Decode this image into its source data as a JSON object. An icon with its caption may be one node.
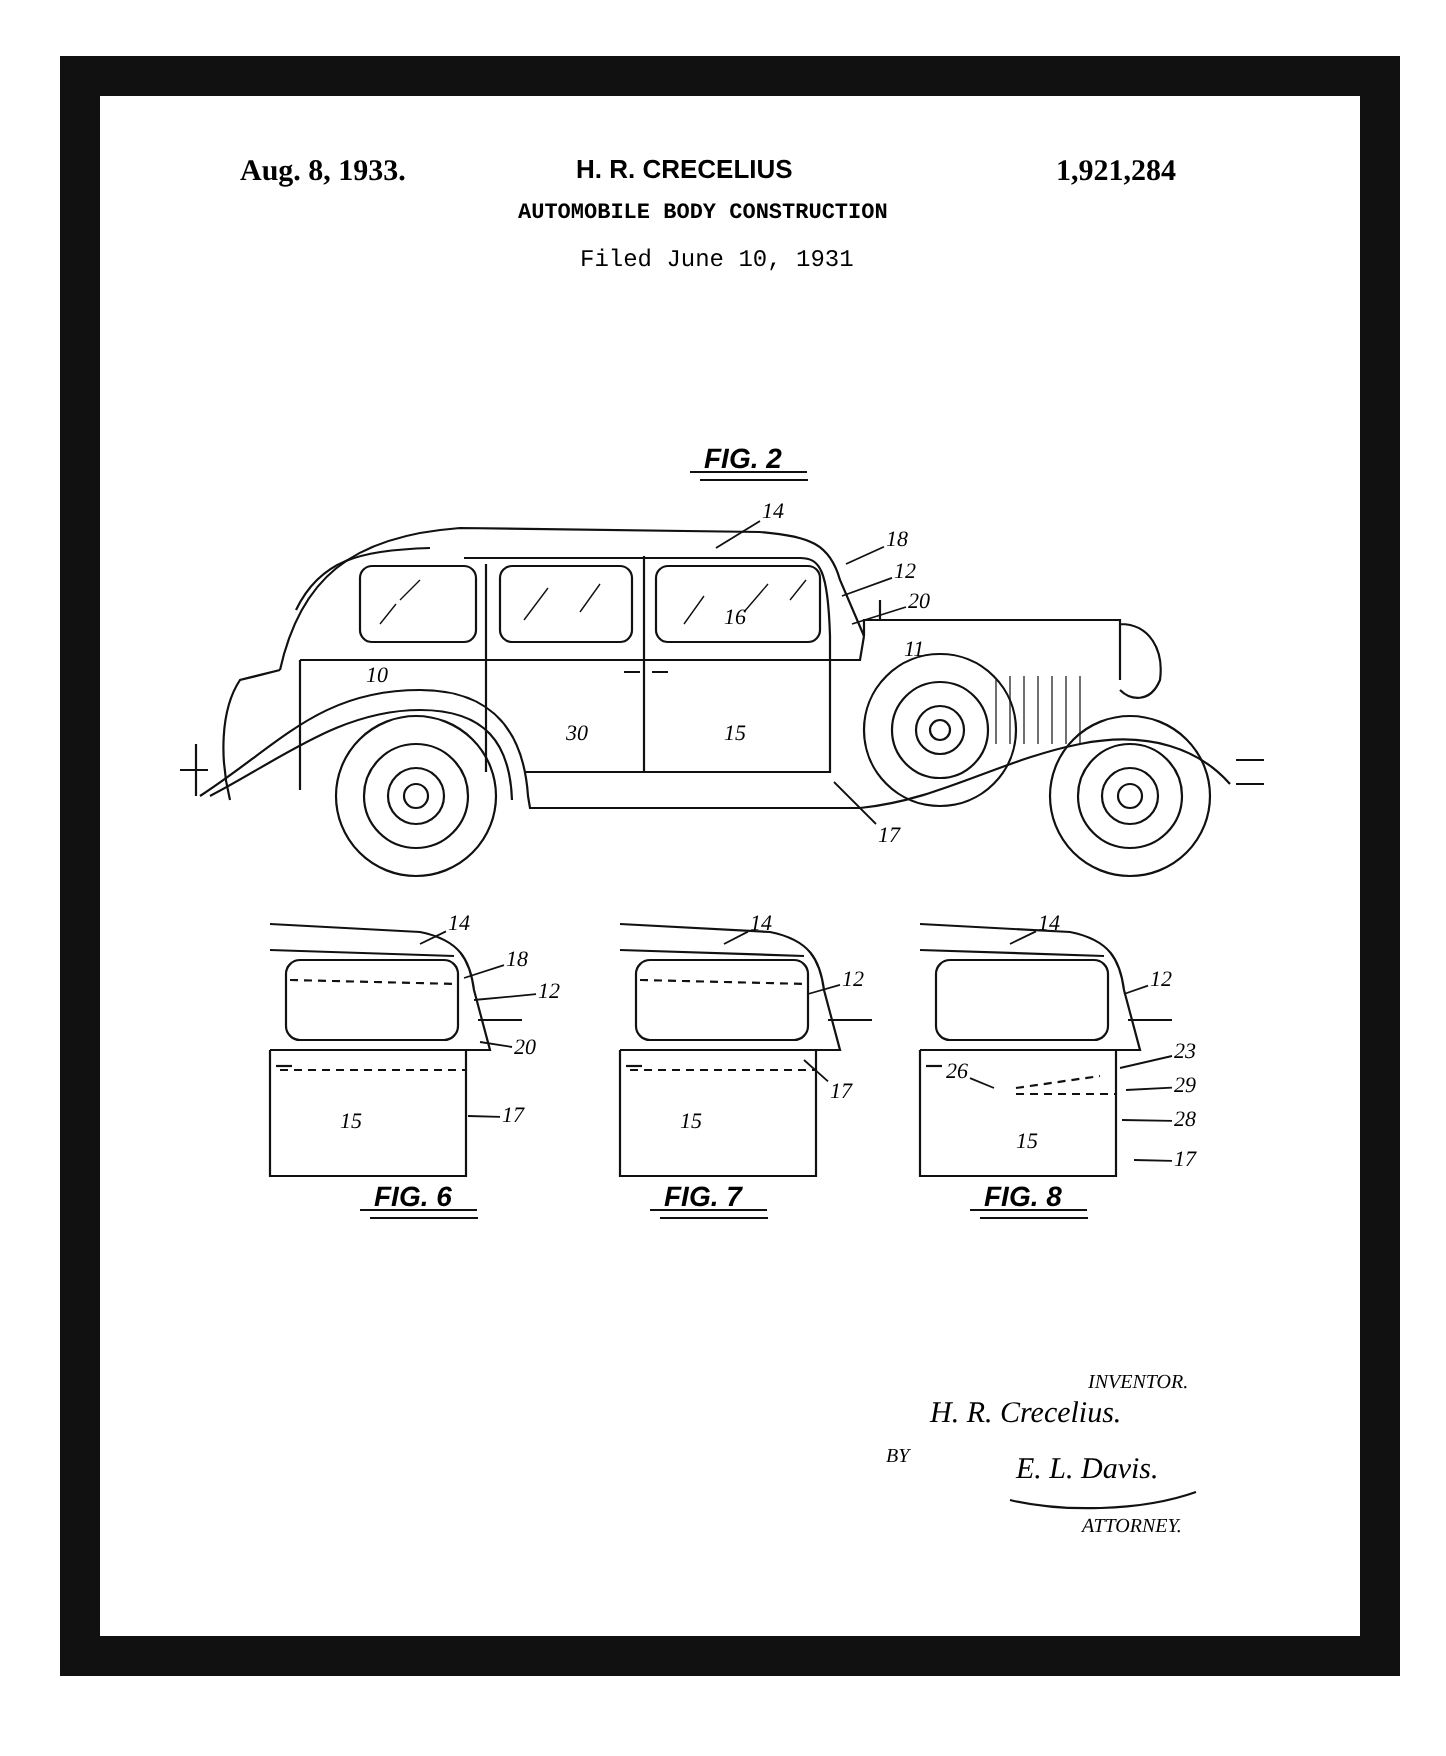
{
  "diagram": {
    "title": "AUTOMOBILE BODY CONSTRUCTION",
    "nodes": [
      {
        "text": [
          "14"
        ]
      },
      {
        "text": [
          "18"
        ]
      },
      {
        "text": [
          "12"
        ]
      },
      {
        "text": [
          "20"
        ]
      },
      {
        "text": [
          "17"
        ]
      },
      {
        "text": [
          "14"
        ]
      },
      {
        "text": [
          "18"
        ]
      },
      {
        "text": [
          "12"
        ]
      },
      {
        "text": [
          "20"
        ]
      },
      {
        "text": [
          "17"
        ]
      },
      {
        "text": [
          "14"
        ]
      },
      {
        "text": [
          "12"
        ]
      },
      {
        "text": [
          "17"
        ]
      },
      {
        "text": [
          "14"
        ]
      },
      {
        "text": [
          "12"
        ]
      },
      {
        "text": [
          "23"
        ]
      },
      {
        "text": [
          "29"
        ]
      },
      {
        "text": [
          "28"
        ]
      },
      {
        "text": [
          "17"
        ]
      },
      {
        "text": [
          "26"
        ]
      }
    ],
    "edges": [
      {
        "from": 0,
        "to": null,
        "arrow": "none"
      },
      {
        "from": 1,
        "to": null,
        "arrow": "none"
      },
      {
        "from": 2,
        "to": null,
        "arrow": "none"
      },
      {
        "from": 3,
        "to": null,
        "arrow": "none"
      },
      {
        "from": 4,
        "to": null,
        "arrow": "none"
      },
      {
        "from": 5,
        "to": null,
        "arrow": "none"
      },
      {
        "from": 6,
        "to": null,
        "arrow": "none"
      },
      {
        "from": 7,
        "to": null,
        "arrow": "none"
      },
      {
        "from": 8,
        "to": null,
        "arrow": "none"
      },
      {
        "from": 9,
        "to": null,
        "arrow": "none"
      },
      {
        "from": 10,
        "to": null,
        "arrow": "none"
      },
      {
        "from": 11,
        "to": null,
        "arrow": "none"
      },
      {
        "from": 12,
        "to": null,
        "arrow": "none"
      },
      {
        "from": 13,
        "to": null,
        "arrow": "none"
      },
      {
        "from": 14,
        "to": null,
        "arrow": "none"
      },
      {
        "from": 15,
        "to": null,
        "arrow": "none"
      },
      {
        "from": 16,
        "to": null,
        "arrow": "none"
      },
      {
        "from": 17,
        "to": null,
        "arrow": "none"
      },
      {
        "from": 18,
        "to": null,
        "arrow": "none"
      },
      {
        "from": 19,
        "to": null,
        "arrow": "none"
      }
    ],
    "labels": [
      "Aug. 8, 1933.",
      "H. R. CRECELIUS",
      "1,921,284",
      "Filed June 10, 1931",
      "FIG. 2",
      "16",
      "11",
      "10",
      "30",
      "15",
      "15",
      "15",
      "15",
      "FIG. 6",
      "FIG. 7",
      "FIG. 8",
      "INVENTOR.",
      "H. R. Crecelius.",
      "BY",
      "E. L. Davis.",
      "ATTORNEY."
    ]
  }
}
